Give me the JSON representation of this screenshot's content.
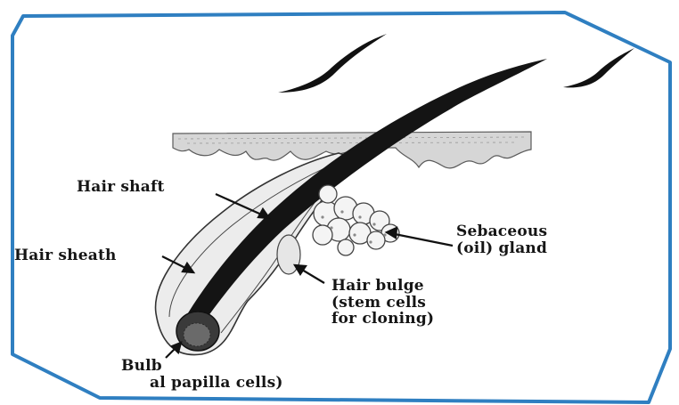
{
  "labels": {
    "hair_shaft": "Hair shaft",
    "hair_sheath": "Hair sheath",
    "sebaceous_line1": "Sebaceous",
    "sebaceous_line2": "(oil) gland",
    "bulge_line1": "Hair bulge",
    "bulge_line2": "(stem cells",
    "bulge_line3": "for cloning)",
    "bulb_line1": "Bulb",
    "bulb_line2": "al papilla cells)"
  },
  "colors": {
    "frame_border": "#2f7fc1",
    "background": "#ffffff",
    "ink": "#151515",
    "skin_tone": "#d6d6d6",
    "sheath_tone": "#ececec"
  }
}
